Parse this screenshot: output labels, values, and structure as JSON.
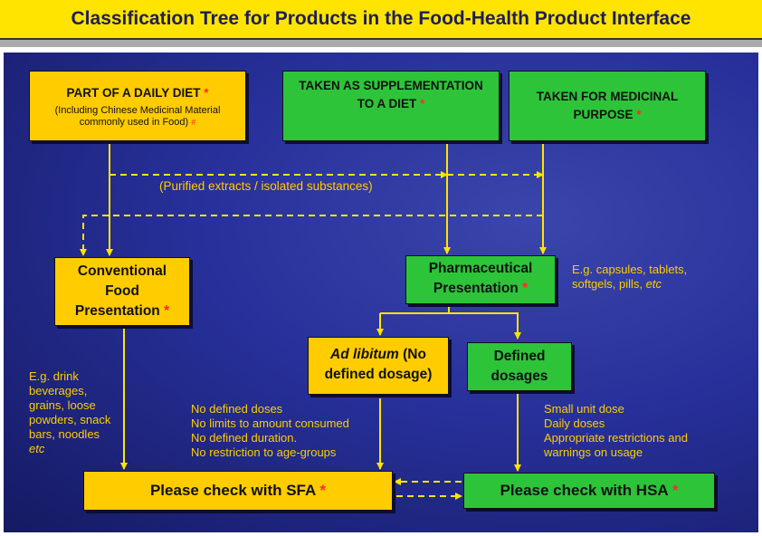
{
  "title": "Classification Tree for Products in the Food-Health Product Interface",
  "colors": {
    "title_bg": "#ffe400",
    "yellow_box": "#ffcc00",
    "green_box": "#2dc43a",
    "arrow": "#ffe400",
    "panel_bg": "#27309a",
    "asterisk": "#ff2a2a"
  },
  "asterisk": "*",
  "boxes": {
    "daily_diet": {
      "title": "PART OF A DAILY DIET",
      "sub": "(Including Chinese Medicinal Material commonly used in Food)",
      "sub_mark": "#"
    },
    "supplementation": {
      "title": "TAKEN AS SUPPLEMENTATION TO A DIET"
    },
    "medicinal": {
      "title": "TAKEN FOR MEDICINAL PURPOSE"
    },
    "conventional": {
      "title": "Conventional Food Presentation"
    },
    "pharmaceutical": {
      "title": "Pharmaceutical Presentation"
    },
    "ad_libitum": {
      "italic": "Ad libitum",
      "rest": " (No defined dosage)"
    },
    "defined": {
      "title": "Defined dosages"
    },
    "sfa": {
      "title": "Please check with SFA"
    },
    "hsa": {
      "title": "Please check with HSA"
    }
  },
  "notes": {
    "purified": "(Purified extracts / isolated substances)",
    "pharma_eg": "E.g. capsules, tablets, softgels, pills,",
    "pharma_etc": "etc",
    "food_eg": "E.g. drink beverages, grains, loose powders, snack bars, noodles",
    "food_etc": "etc",
    "ad_lib_lines": [
      "No defined doses",
      "No limits to amount consumed",
      "No defined duration.",
      "No restriction to age-groups"
    ],
    "defined_lines": [
      "Small unit dose",
      "Daily doses",
      "Appropriate restrictions and warnings on usage"
    ]
  }
}
